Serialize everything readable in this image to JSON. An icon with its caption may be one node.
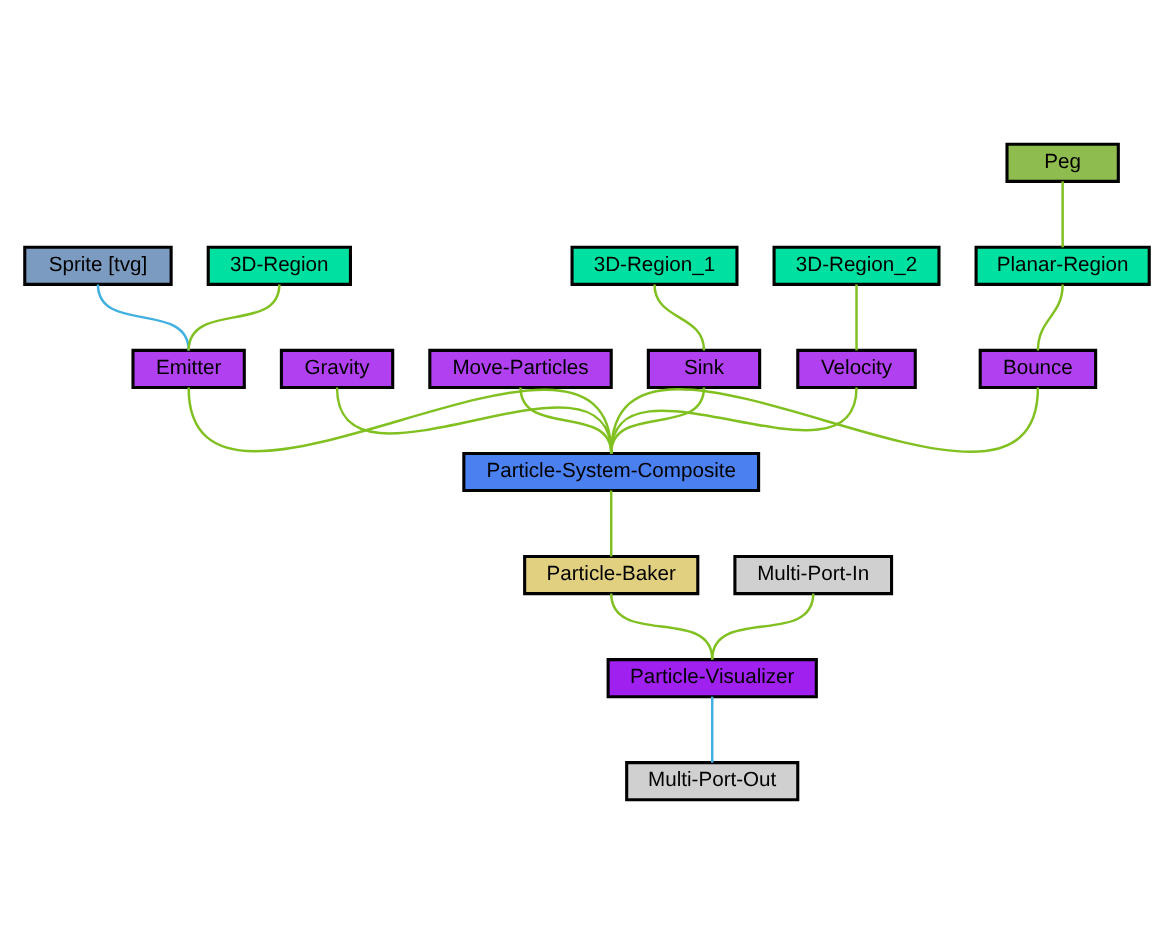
{
  "diagram": {
    "nodes": [
      {
        "text": [
          "Sprite [tvg]"
        ]
      },
      {
        "text": [
          "Peg"
        ]
      },
      {
        "text": [
          "3D-Region"
        ]
      },
      {
        "text": [
          "Planar-Region"
        ]
      },
      {
        "text": [
          "3D-Region_1"
        ]
      },
      {
        "text": [
          "Gravity"
        ]
      },
      {
        "text": [
          "Move-Particles"
        ]
      },
      {
        "text": [
          "3D-Region_2"
        ]
      },
      {
        "text": [
          "Emitter"
        ]
      },
      {
        "text": [
          "Multi-Port-In"
        ]
      },
      {
        "text": [
          "Sink"
        ]
      },
      {
        "text": [
          "Velocity"
        ]
      },
      {
        "text": [
          "Bounce"
        ]
      },
      {
        "text": [
          "Particle-System-Composite"
        ]
      },
      {
        "text": [
          "Particle-Baker"
        ]
      },
      {
        "text": [
          "Particle-Visualizer"
        ]
      },
      {
        "text": [
          "Multi-Port-Out"
        ]
      }
    ],
    "edges": [
      {
        "from": 1,
        "to": 3,
        "arrow": "none"
      },
      {
        "from": 3,
        "to": 12,
        "arrow": "none"
      },
      {
        "from": 4,
        "to": 10,
        "arrow": "none"
      },
      {
        "from": 0,
        "to": 8,
        "arrow": "none",
        "color": "#40b0e0"
      },
      {
        "from": 2,
        "to": 8,
        "arrow": "none"
      },
      {
        "from": 7,
        "to": 11,
        "arrow": "none"
      },
      {
        "from": 12,
        "to": 13,
        "arrow": "none"
      },
      {
        "from": 10,
        "to": 13,
        "arrow": "none"
      },
      {
        "from": 6,
        "to": 13,
        "arrow": "none"
      },
      {
        "from": 5,
        "to": 13,
        "arrow": "none"
      },
      {
        "from": 8,
        "to": 13,
        "arrow": "none"
      },
      {
        "from": 11,
        "to": 13,
        "arrow": "none"
      },
      {
        "from": 13,
        "to": 14,
        "arrow": "none"
      },
      {
        "from": 14,
        "to": 15,
        "arrow": "none"
      },
      {
        "from": 9,
        "to": 15,
        "arrow": "none"
      },
      {
        "from": 15,
        "to": 16,
        "arrow": "none",
        "color": "#40b0e0"
      }
    ]
  }
}
